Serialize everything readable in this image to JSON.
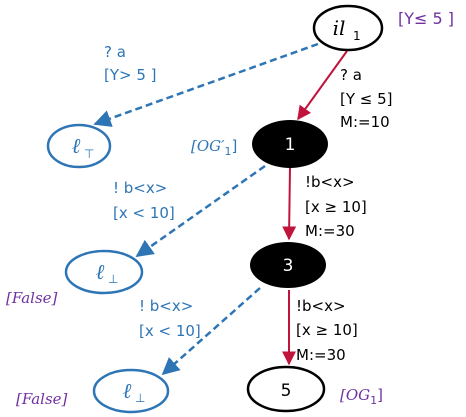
{
  "colors": {
    "black": "#000000",
    "blue": "#2e75b6",
    "red": "#c0143c",
    "purple": "#7030a0",
    "white": "#ffffff"
  },
  "nodes": {
    "il1": {
      "label": "il",
      "sub": "1",
      "annotation": "[Y≤ 5 ]"
    },
    "n1": {
      "label": "1",
      "annotation_main": "[OG′",
      "annotation_sub": "1",
      "annotation_end": "]"
    },
    "n3": {
      "label": "3"
    },
    "n5": {
      "label": "5",
      "annotation_main": "[OG",
      "annotation_sub": "1",
      "annotation_end": "]"
    },
    "ltop": {
      "label": "ℓ",
      "sub": "⊤"
    },
    "lbot1": {
      "label": "ℓ",
      "sub": "⊥",
      "annotation": "[False]"
    },
    "lbot2": {
      "label": "ℓ",
      "sub": "⊥",
      "annotation": "[False]"
    }
  },
  "edges": {
    "il1_ltop": {
      "line1": "? a",
      "line2": "[Y> 5 ]"
    },
    "il1_n1": {
      "line1": "? a",
      "line2": "[Y ≤ 5]",
      "line3": "M:=10"
    },
    "n1_lbot1": {
      "line1": "! b<x>",
      "line2": "[x < 10]"
    },
    "n1_n3": {
      "line1": "!b<x>",
      "line2": "[x ≥ 10]",
      "line3": "M:=30"
    },
    "n3_lbot2": {
      "line1": "! b<x>",
      "line2": "[x < 10]"
    },
    "n3_n5": {
      "line1": "!b<x>",
      "line2": "[x ≥ 10]",
      "line3": "M:=30"
    }
  }
}
